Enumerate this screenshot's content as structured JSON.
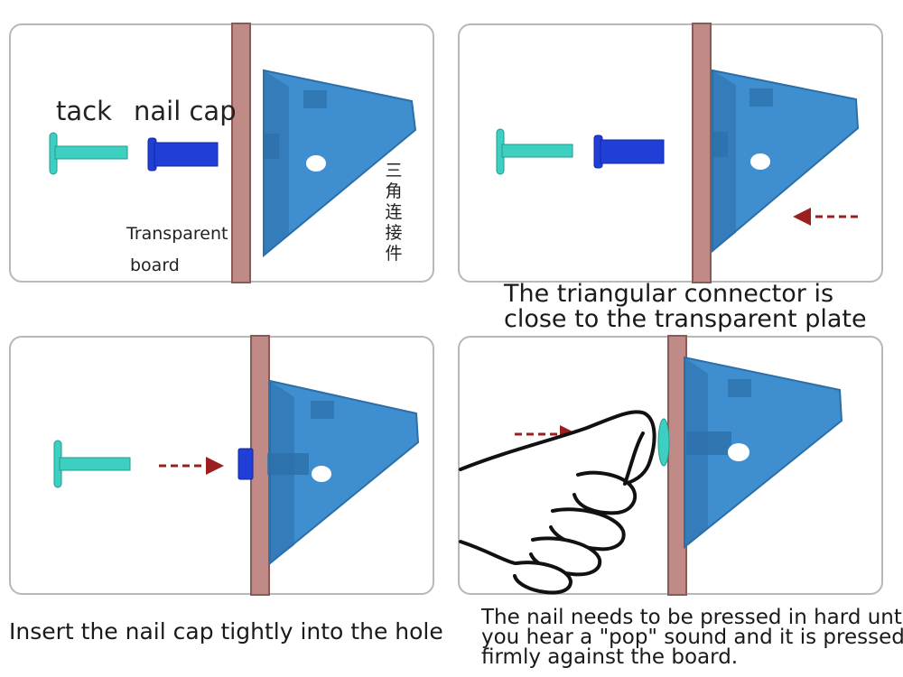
{
  "labels": {
    "tack": "tack",
    "nail_cap": "nail cap",
    "board_line1": "Transparent",
    "board_line2": "board",
    "connector_vertical": [
      "三",
      "角",
      "连",
      "接",
      "件"
    ]
  },
  "captions": {
    "step2": [
      "The triangular connector is",
      "close to the transparent plate"
    ],
    "step3": "Insert the nail cap tightly into the hole",
    "step4": [
      "The nail needs to be pressed in hard until",
      "you hear a \"pop\" sound and it is pressed",
      "firmly against the board."
    ]
  },
  "colors": {
    "board": "#c08a86",
    "board_edge": "#8a5a57",
    "connector": "#3f8fd0",
    "connector_dark": "#2c6fa8",
    "tack": "#3dcfc0",
    "nail_cap": "#1f3fd6",
    "arrow": "#9c1f1f",
    "panel_border": "#b8b8b8"
  }
}
